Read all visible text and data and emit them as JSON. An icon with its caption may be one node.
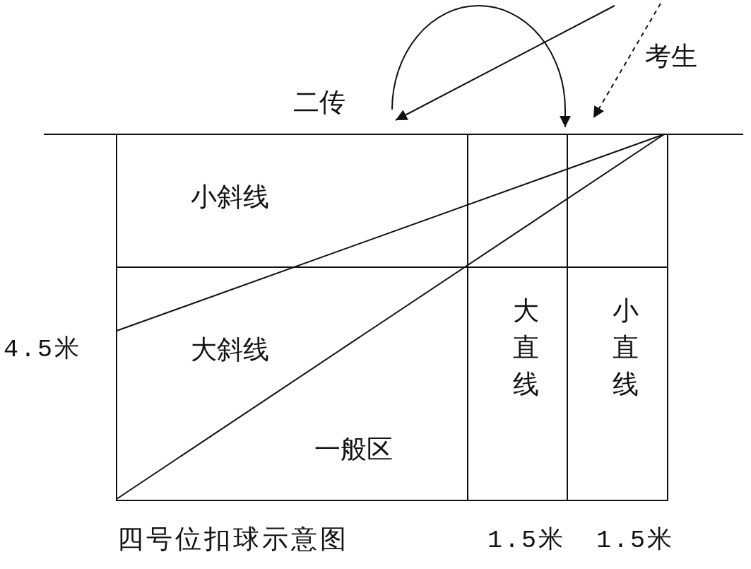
{
  "diagram": {
    "caption": "四号位扣球示意图",
    "labels": [
      "考生",
      "二传",
      "小斜线",
      "4.5米",
      "大斜线",
      "大直线",
      "小直线",
      "一般区",
      "1.5米",
      "1.5米"
    ]
  }
}
